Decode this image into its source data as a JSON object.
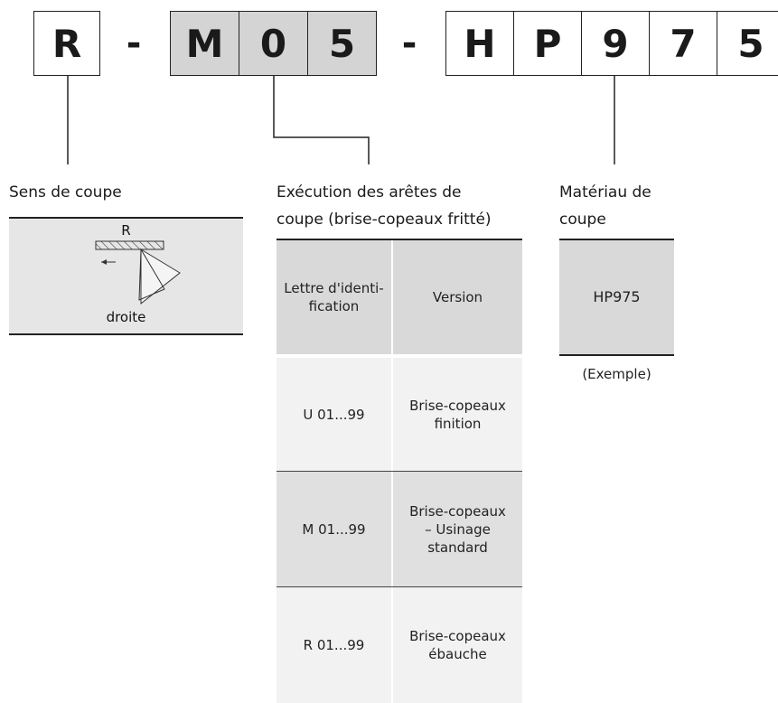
{
  "code": {
    "segments": [
      {
        "char": "R"
      },
      {
        "char": "-"
      },
      {
        "char": "M"
      },
      {
        "char": "0"
      },
      {
        "char": "5"
      },
      {
        "char": "-"
      },
      {
        "char": "H"
      },
      {
        "char": "P"
      },
      {
        "char": "9"
      },
      {
        "char": "7"
      },
      {
        "char": "5"
      }
    ]
  },
  "cutting_direction": {
    "heading": "Sens de coupe",
    "letter": "R",
    "caption": "droite"
  },
  "edge_execution": {
    "heading_line1": "Exécution des arêtes de",
    "heading_line2": "coupe (brise-copeaux fritté)",
    "columns": [
      "Lettre d'identi-\nfication",
      "Version"
    ],
    "rows": [
      {
        "code": "U  01...99",
        "version": "Brise-copeaux\nfinition"
      },
      {
        "code": "M  01...99",
        "version": "Brise-copeaux\n– Usinage\nstandard"
      },
      {
        "code": "R  01...99",
        "version": "Brise-copeaux\nébauche"
      }
    ]
  },
  "material": {
    "heading_line1": "Matériau de",
    "heading_line2": "coupe",
    "value": "HP975",
    "note": "(Exemple)"
  },
  "colors": {
    "highlight_box": "#d4d4d4",
    "table_header": "#d9d9d9",
    "row_light": "#f2f2f2",
    "row_dark": "#e0e0e0"
  }
}
